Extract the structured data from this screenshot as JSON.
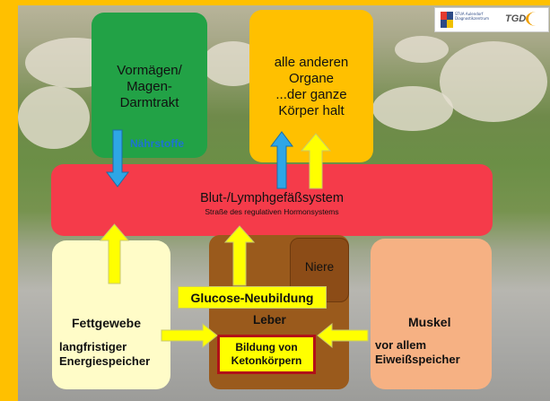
{
  "logos": {
    "left_logo_text": "STUA Aulendorf Diagnostikzentrum",
    "right_logo_text": "TGD"
  },
  "boxes": {
    "rumen": {
      "line1": "Vormägen/",
      "line2": "Magen-",
      "line3": "Darmtrakt"
    },
    "organs": {
      "line1": "alle anderen",
      "line2": "Organe",
      "line3": "...der ganze",
      "line4": "Körper halt"
    },
    "blood": {
      "title": "Blut-/Lymphgefäßsystem",
      "subtitle": "Straße des regulativen Hormonsystems"
    },
    "fat": {
      "title": "Fettgewebe",
      "desc1": "langfristiger",
      "desc2": "Energiespeicher"
    },
    "muscle": {
      "title": "Muskel",
      "desc1": "vor allem",
      "desc2": "Eiweißspeicher"
    },
    "liver": {
      "title": "Leber"
    },
    "kidney": {
      "title": "Niere"
    },
    "gluconeogenesis": {
      "label": "Glucose-Neubildung"
    },
    "ketone": {
      "line1": "Bildung von",
      "line2": "Ketonkörpern"
    }
  },
  "arrows": {
    "nutrients_label": "Nährstoffe"
  },
  "colors": {
    "frame": "#ffc000",
    "rumen": "#22a246",
    "organs": "#ffc000",
    "blood": "#f53b4a",
    "fat": "#fffcc8",
    "muscle": "#f6b183",
    "liver": "#9a5a1c",
    "yellow_arrow": "#ffff00",
    "blue_arrow": "#2ea6e6",
    "ketone_border": "#b01018"
  }
}
